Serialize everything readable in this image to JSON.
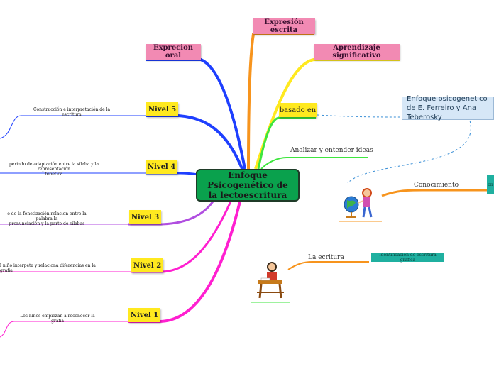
{
  "central": {
    "title": "Enfoque Psicogenético de la lectoescritura"
  },
  "top_topics": {
    "expresion_escrita": "Expresión escrita",
    "exprecion_oral": "Exprecion oral",
    "aprendizaje": "Aprendizaje significativo"
  },
  "basado_en": "basado en",
  "enfoque_box": "Enfoque psicogenetico de E. Ferreiro y Ana Teberosky",
  "analizar": "Analizar y entender ideas",
  "conocimiento": "Conocimiento",
  "conocimiento_box_fragment": "on",
  "la_ecritura": "La ecritura",
  "identificacion": "Identificacion de escritura grafica",
  "niveles": [
    {
      "label": "Nivel 5",
      "desc": "Construcción  e interpretación de la escritura"
    },
    {
      "label": "Nivel 4",
      "desc_line1": "periodo de adaptación entre la silaba y la representación",
      "desc_line2": "fonetica"
    },
    {
      "label": "Nivel 3",
      "desc_line1": "o de la fonetización  relacion entre la palabra la",
      "desc_line2": "pronunciación y la parte de silabas"
    },
    {
      "label": "Nivel 2",
      "desc": "l niño interpeta y relaciona diferencias en la grafia"
    },
    {
      "label": "Nivel 1",
      "desc": "Los niños empiezan a reconocer la grafia"
    }
  ],
  "colors": {
    "central": "#0aa14d",
    "pink": "#f28ab3",
    "yellow": "#ffe91f",
    "orange": "#f7941d",
    "blue": "#1e3fff",
    "purple": "#b04ee0",
    "magenta": "#ff1fd0",
    "green": "#3ee63e"
  },
  "icons": [
    "globe-girl-icon",
    "boy-writing-icon"
  ]
}
